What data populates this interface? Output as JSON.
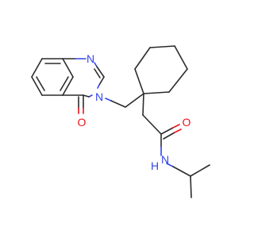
{
  "molecule": {
    "atoms": {
      "n1": "N",
      "n3": "N",
      "o4": "O",
      "n_amide": "N",
      "h_amide": "H",
      "o_amide": "O"
    },
    "colors": {
      "carbon_bond": "#2b2b2b",
      "nitrogen": "#3344ee",
      "oxygen": "#e8131a",
      "background": "#ffffff"
    }
  }
}
